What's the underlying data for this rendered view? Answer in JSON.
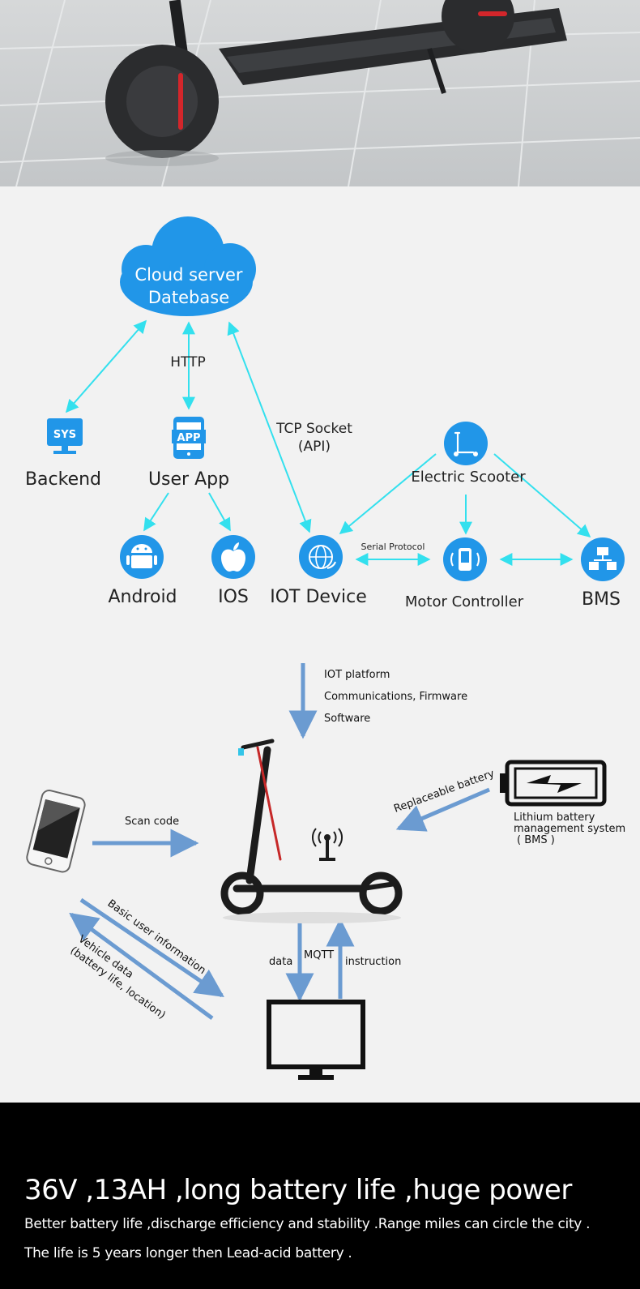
{
  "architecture": {
    "cloud": {
      "line1": "Cloud server",
      "line2": "Datebase"
    },
    "http_label": "HTTP",
    "tcp_label_line1": "TCP Socket",
    "tcp_label_line2": "(API)",
    "backend": {
      "icon_text": "SYS",
      "label": "Backend"
    },
    "user_app": {
      "icon_text": "APP",
      "label": "User App"
    },
    "electric_scooter": {
      "label": "Electric Scooter"
    },
    "android": {
      "label": "Android"
    },
    "ios": {
      "label": "IOS"
    },
    "iot_device": {
      "label": "IOT Device"
    },
    "serial_protocol_label": "Serial Protocol",
    "motor_controller": {
      "label": "Motor Controller"
    },
    "bms": {
      "label": "BMS"
    },
    "accent_color": "#2196e8",
    "arrow_color": "#33e0ee"
  },
  "platform": {
    "iot_platform_lines": [
      "IOT platform",
      "Communications, Firmware",
      "Software"
    ],
    "scan_code_label": "Scan code",
    "replaceable_battery_label": "Replaceable battery",
    "battery_lines": [
      "Lithium battery",
      "management system",
      "( BMS )"
    ],
    "basic_user_info_label": "Basic user information",
    "vehicle_data_line1": "Vehicle data",
    "vehicle_data_line2": "(battery life, location)",
    "data_label": "data",
    "mqtt_label": "MQTT",
    "instruction_label": "instruction",
    "arrow_color": "#6b9bd1"
  },
  "banner": {
    "headline": "36V ,13AH ,long battery life ,huge power",
    "line1": "Better battery life ,discharge efficiency and stability .Range miles can circle the city .",
    "line2": "The life is 5 years longer then Lead-acid battery ."
  }
}
